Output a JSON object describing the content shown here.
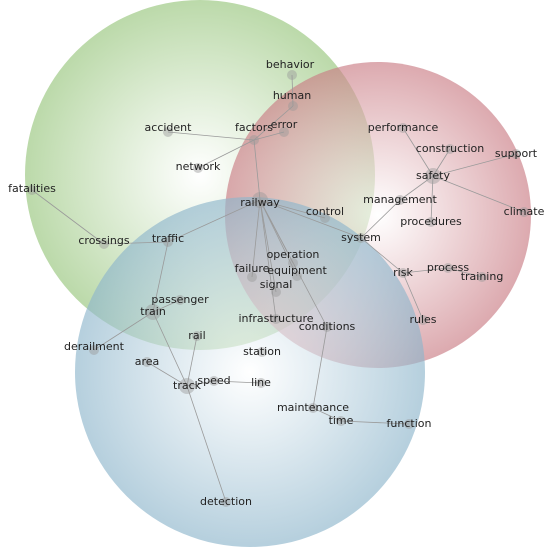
{
  "diagram": {
    "circles": [
      {
        "id": "green",
        "color": "#8cbf6e",
        "opacity": 0.65
      },
      {
        "id": "red",
        "color": "#c46e77",
        "opacity": 0.65
      },
      {
        "id": "blue",
        "color": "#82aec6",
        "opacity": 0.65
      }
    ],
    "terms": [
      "behavior",
      "human",
      "error",
      "factors",
      "accident",
      "network",
      "fatalities",
      "crossings",
      "traffic",
      "railway",
      "control",
      "system",
      "operation",
      "equipment",
      "failure",
      "signal",
      "infrastructure",
      "conditions",
      "passenger",
      "train",
      "derailment",
      "rail",
      "station",
      "area",
      "track",
      "speed",
      "line",
      "maintenance",
      "time",
      "function",
      "detection",
      "performance",
      "construction",
      "support",
      "safety",
      "management",
      "procedures",
      "climate",
      "risk",
      "process",
      "training",
      "rules"
    ],
    "links": [
      [
        "behavior",
        "human"
      ],
      [
        "human",
        "factors"
      ],
      [
        "error",
        "factors"
      ],
      [
        "accident",
        "factors"
      ],
      [
        "factors",
        "network"
      ],
      [
        "factors",
        "railway"
      ],
      [
        "fatalities",
        "crossings"
      ],
      [
        "crossings",
        "traffic"
      ],
      [
        "traffic",
        "railway"
      ],
      [
        "railway",
        "control"
      ],
      [
        "railway",
        "system"
      ],
      [
        "railway",
        "operation"
      ],
      [
        "railway",
        "equipment"
      ],
      [
        "railway",
        "failure"
      ],
      [
        "railway",
        "signal"
      ],
      [
        "railway",
        "conditions"
      ],
      [
        "railway",
        "infrastructure"
      ],
      [
        "traffic",
        "train"
      ],
      [
        "passenger",
        "train"
      ],
      [
        "train",
        "derailment"
      ],
      [
        "train",
        "track"
      ],
      [
        "rail",
        "track"
      ],
      [
        "area",
        "track"
      ],
      [
        "track",
        "speed"
      ],
      [
        "speed",
        "line"
      ],
      [
        "track",
        "detection"
      ],
      [
        "conditions",
        "maintenance"
      ],
      [
        "maintenance",
        "time"
      ],
      [
        "time",
        "function"
      ],
      [
        "system",
        "management"
      ],
      [
        "management",
        "safety"
      ],
      [
        "performance",
        "safety"
      ],
      [
        "construction",
        "safety"
      ],
      [
        "support",
        "safety"
      ],
      [
        "safety",
        "climate"
      ],
      [
        "safety",
        "procedures"
      ],
      [
        "system",
        "risk"
      ],
      [
        "risk",
        "process"
      ],
      [
        "process",
        "training"
      ],
      [
        "risk",
        "rules"
      ]
    ]
  }
}
